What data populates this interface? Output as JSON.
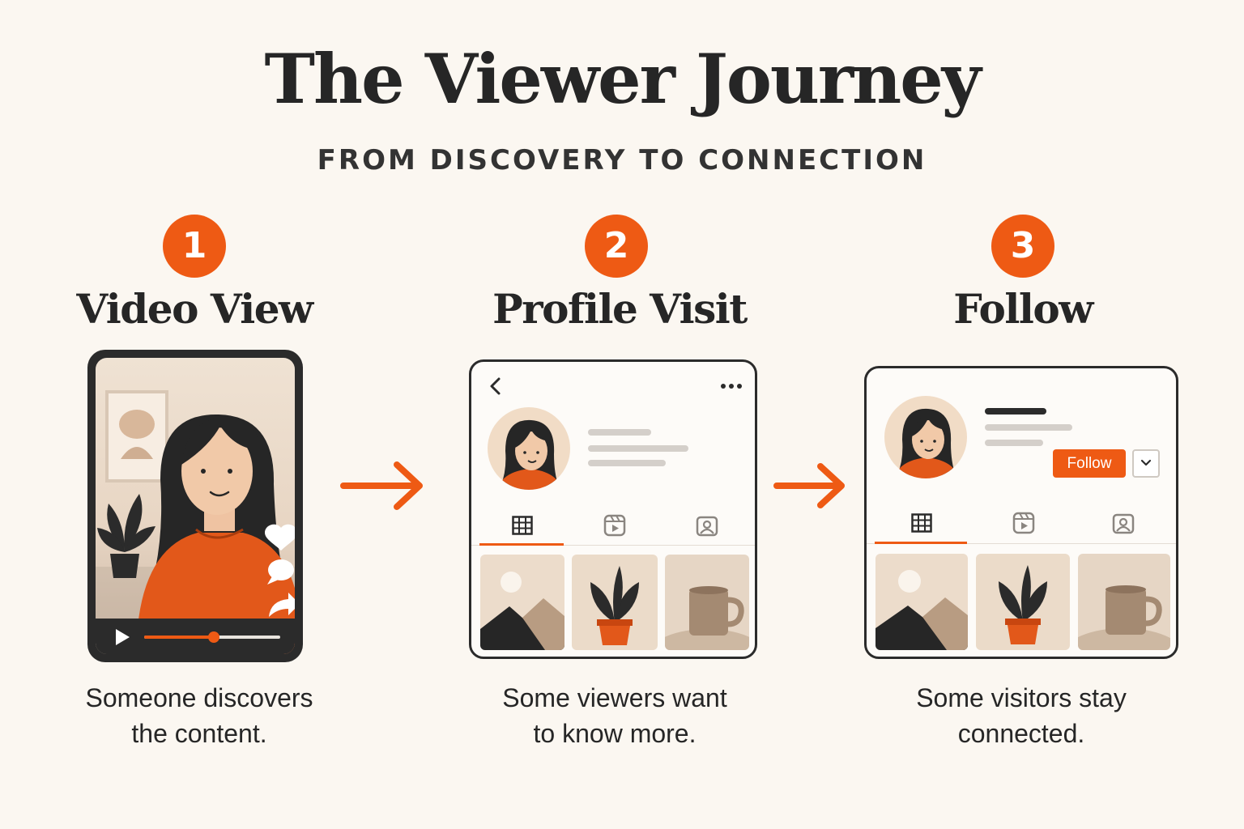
{
  "title": "The Viewer Journey",
  "subtitle": "FROM DISCOVERY TO CONNECTION",
  "colors": {
    "accent": "#ee5a14",
    "background": "#fbf7f1",
    "ink": "#262626"
  },
  "steps": [
    {
      "number": "1",
      "title": "Video View",
      "caption": [
        "Someone discovers",
        "the content."
      ]
    },
    {
      "number": "2",
      "title": "Profile Visit",
      "caption": [
        "Some viewers want",
        "to know more."
      ]
    },
    {
      "number": "3",
      "title": "Follow",
      "caption": [
        "Some visitors stay",
        "connected."
      ]
    }
  ],
  "video_player": {
    "progress_fraction": 0.51
  },
  "profile": {
    "follow_label": "Follow"
  },
  "icons": {
    "phone": [
      "heart-icon",
      "comment-icon",
      "share-icon",
      "play-icon"
    ],
    "profile": [
      "back-icon",
      "more-icon",
      "grid-icon",
      "reels-icon",
      "tagged-icon",
      "chevron-down-icon"
    ]
  }
}
